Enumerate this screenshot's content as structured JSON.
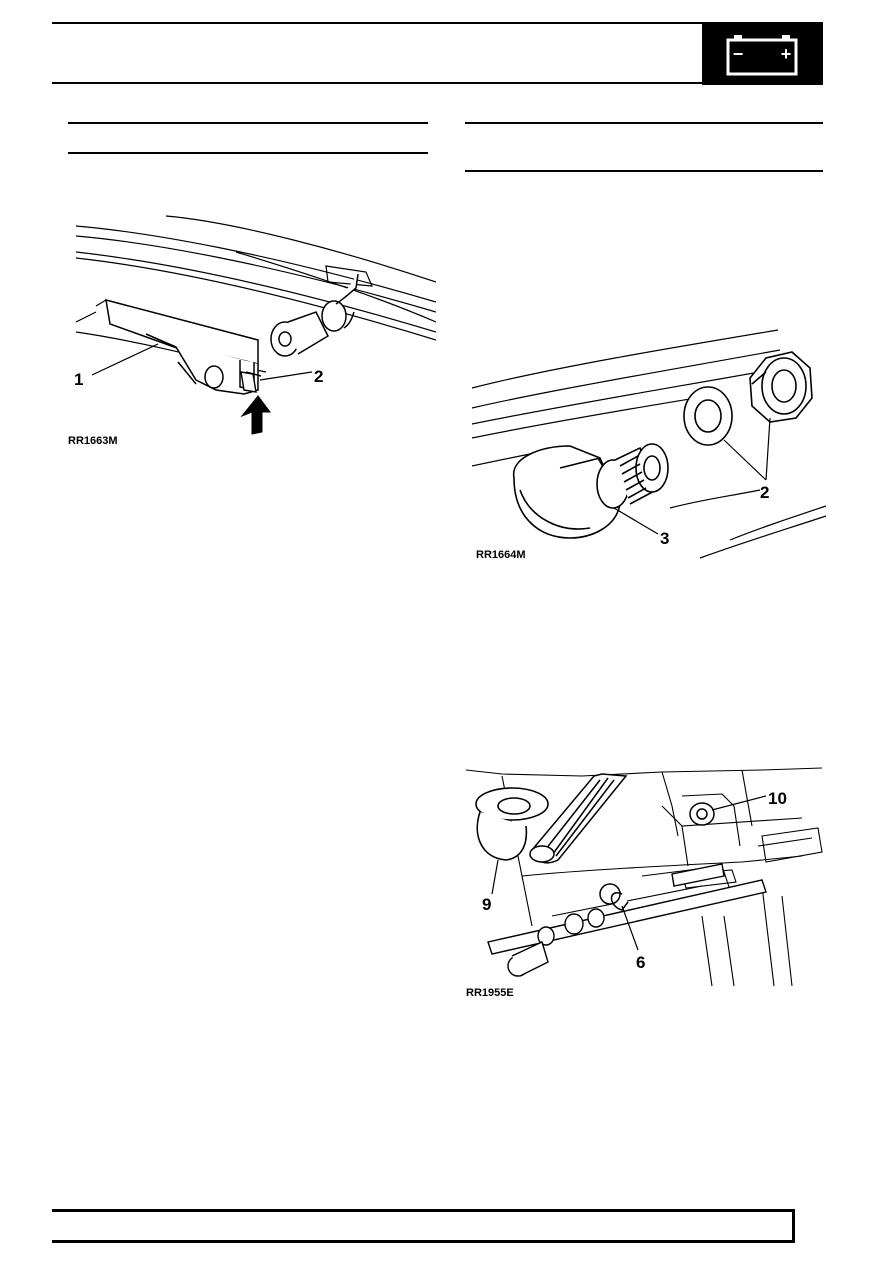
{
  "header": {
    "section_icon": "battery-icon",
    "battery_minus": "−",
    "battery_plus": "+"
  },
  "figures": [
    {
      "id": "fig1",
      "code": "RR1663M",
      "callouts": [
        "1",
        "2"
      ]
    },
    {
      "id": "fig2",
      "code": "RR1664M",
      "callouts": [
        "2",
        "3"
      ]
    },
    {
      "id": "fig3",
      "code": "RR1955E",
      "callouts": [
        "10",
        "9",
        "6"
      ]
    }
  ],
  "colors": {
    "ink": "#000000",
    "paper": "#ffffff"
  }
}
